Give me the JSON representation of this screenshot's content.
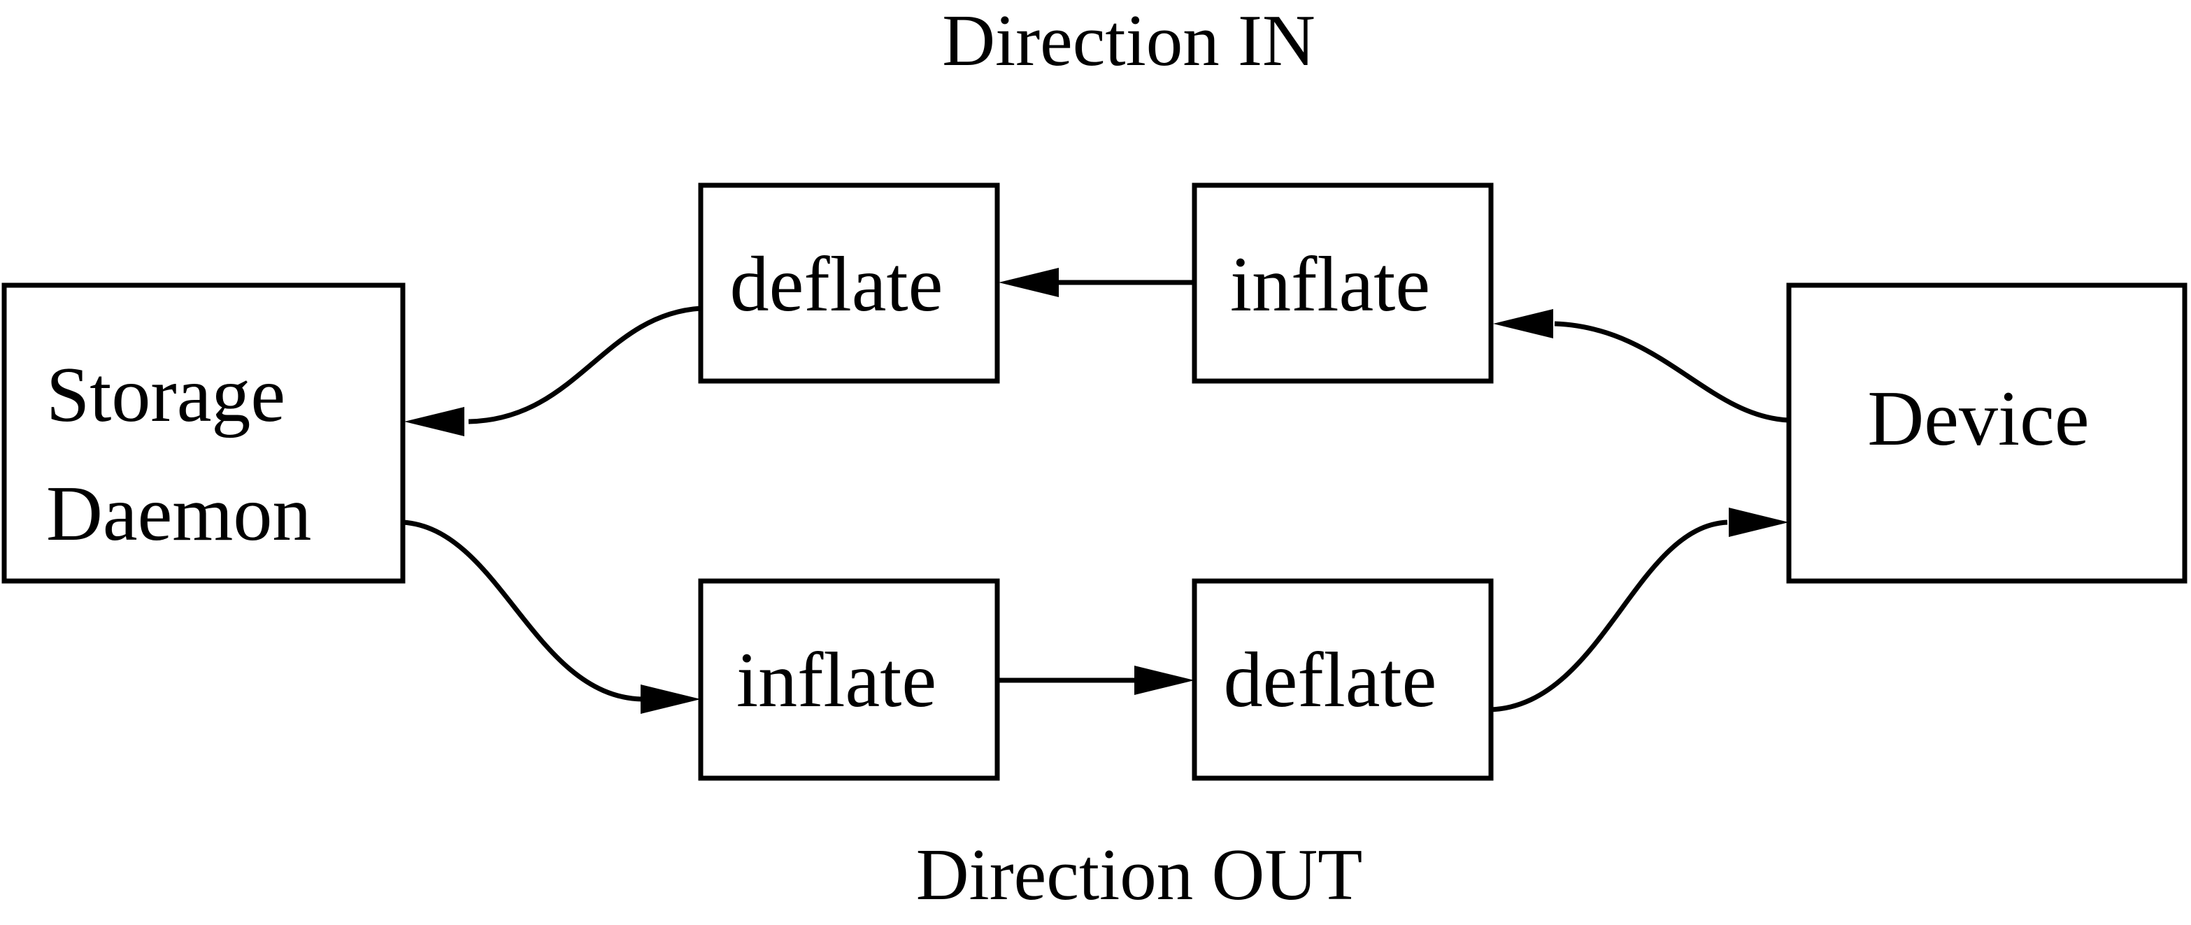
{
  "diagram": {
    "background_color": "#ffffff",
    "line_color": "#000000",
    "text_color": "#000000",
    "titles": {
      "direction_in": "Direction IN",
      "direction_out": "Direction OUT"
    },
    "nodes": {
      "storage_daemon": {
        "label_line1": "Storage",
        "label_line2": "Daemon"
      },
      "deflate_in": {
        "label": "deflate"
      },
      "inflate_in": {
        "label": "inflate"
      },
      "inflate_out": {
        "label": "inflate"
      },
      "deflate_out": {
        "label": "deflate"
      },
      "device": {
        "label": "Device"
      }
    },
    "edges": [
      {
        "from": "Device",
        "to": "inflate (IN)",
        "flow": "Direction IN"
      },
      {
        "from": "inflate (IN)",
        "to": "deflate (IN)",
        "flow": "Direction IN"
      },
      {
        "from": "deflate (IN)",
        "to": "Storage Daemon",
        "flow": "Direction IN"
      },
      {
        "from": "Storage Daemon",
        "to": "inflate (OUT)",
        "flow": "Direction OUT"
      },
      {
        "from": "inflate (OUT)",
        "to": "deflate (OUT)",
        "flow": "Direction OUT"
      },
      {
        "from": "deflate (OUT)",
        "to": "Device",
        "flow": "Direction OUT"
      }
    ]
  }
}
